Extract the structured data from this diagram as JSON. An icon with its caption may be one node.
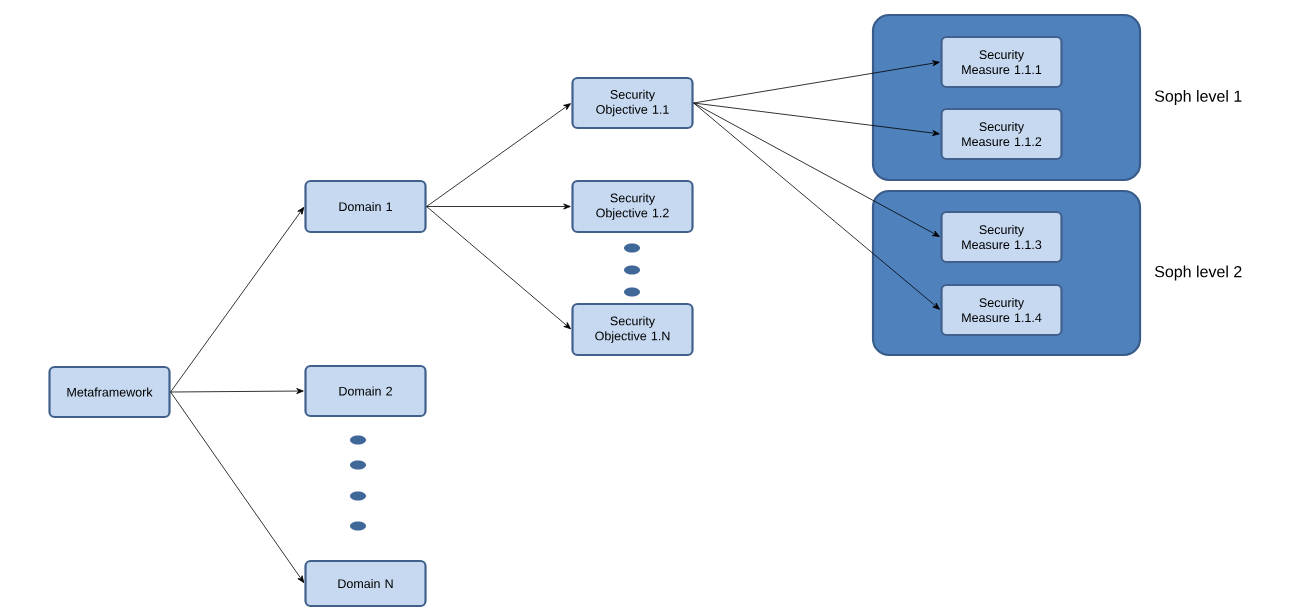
{
  "diagram": {
    "nodes": [
      {
        "text": [
          "Metaframework"
        ]
      },
      {
        "text": [
          "Domain 1"
        ]
      },
      {
        "text": [
          "Domain 2"
        ]
      },
      {
        "text": [
          "Domain N"
        ]
      },
      {
        "text": [
          "Security Objective 1.1"
        ]
      },
      {
        "text": [
          "Security Objective 1.2"
        ]
      },
      {
        "text": [
          "Security Objective 1.N"
        ]
      },
      {
        "text": [],
        "shape": "box",
        "beside": [
          "Soph level 1"
        ]
      },
      {
        "text": [
          "Security Measure 1.1.1"
        ],
        "in": 7
      },
      {
        "text": [
          "Security Measure 1.1.2"
        ],
        "in": 7
      },
      {
        "text": [],
        "shape": "box",
        "beside": [
          "Soph level 2"
        ]
      },
      {
        "text": [
          "Security Measure 1.1.3"
        ],
        "in": 10
      },
      {
        "text": [
          "Security Measure 1.1.4"
        ],
        "in": 10
      }
    ],
    "edges": [
      {
        "from": 0,
        "to": 1,
        "arrow": "to"
      },
      {
        "from": 0,
        "to": 2,
        "arrow": "to"
      },
      {
        "from": 0,
        "to": 3,
        "arrow": "to"
      },
      {
        "from": 1,
        "to": 4,
        "arrow": "to"
      },
      {
        "from": 1,
        "to": 5,
        "arrow": "to"
      },
      {
        "from": 1,
        "to": 6,
        "arrow": "to"
      },
      {
        "from": 4,
        "to": 8,
        "arrow": "to"
      },
      {
        "from": 4,
        "to": 9,
        "arrow": "to"
      },
      {
        "from": 4,
        "to": 11,
        "arrow": "to"
      },
      {
        "from": 4,
        "to": 12,
        "arrow": "to"
      }
    ]
  }
}
